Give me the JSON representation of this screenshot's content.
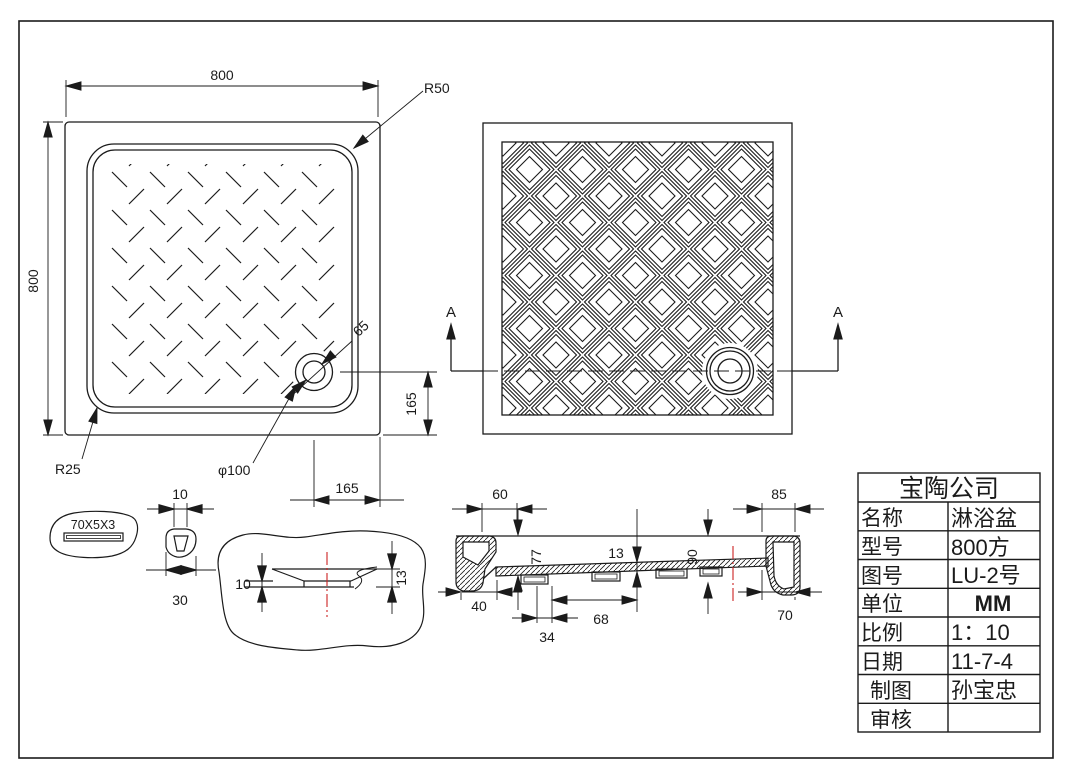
{
  "top_view": {
    "dim_width": "800",
    "dim_height": "800",
    "radius_outer": "R50",
    "radius_inner": "R25",
    "drain_diameter": "φ100",
    "drain_dim": "65",
    "offset_vertical": "165",
    "offset_horizontal": "165"
  },
  "bottom_view": {
    "section_label": "A"
  },
  "rib_detail": {
    "slot_label": "70X5X3",
    "dim_width_top": "10",
    "dim_width_bottom": "30"
  },
  "drain_detail": {
    "dim_thickness": "10",
    "dim_depth": "13"
  },
  "section_view": {
    "dim_wall_top_left": "60",
    "dim_wall_top_right": "85",
    "dim_height_left": "77",
    "dim_floor": "13",
    "dim_height_right": "90",
    "dim_bottom_left": "40",
    "dim_foot": "34",
    "dim_span": "68",
    "dim_bottom_right": "70"
  },
  "title_block": {
    "company": "宝陶公司",
    "rows": [
      {
        "label": "名称",
        "value": "淋浴盆"
      },
      {
        "label": "型号",
        "value": "800方"
      },
      {
        "label": "图号",
        "value": "LU-2号"
      },
      {
        "label": "单位",
        "value": "MM"
      },
      {
        "label": "比例",
        "value": "1：10"
      },
      {
        "label": "日期",
        "value": "11-7-4"
      },
      {
        "label": "制图",
        "value": "孙宝忠"
      },
      {
        "label": "审核",
        "value": ""
      }
    ]
  },
  "colors": {
    "line": "#1b1b1b",
    "centerline": "#cc2222",
    "background": "#ffffff"
  }
}
